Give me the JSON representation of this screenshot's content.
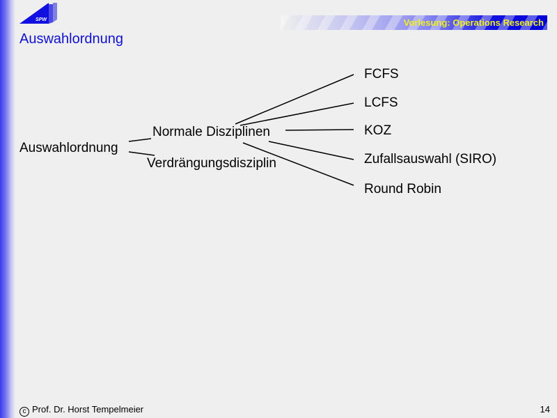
{
  "header": {
    "logo_text": "SPW",
    "banner": "Vorlesung: Operations Research",
    "title": "Auswahlordnung"
  },
  "tree": {
    "root": "Auswahlordnung",
    "branches": [
      "Normale Disziplinen",
      "Verdrängungsdisziplin"
    ],
    "leaves": [
      "FCFS",
      "LCFS",
      "KOZ",
      "Zufallsauswahl (SIRO)",
      "Round Robin"
    ]
  },
  "footer": {
    "copyright_symbol": "c",
    "author": "Prof. Dr. Horst Tempelmeier",
    "page": "14"
  },
  "colors": {
    "accent": "#1010d0",
    "banner_text": "#f0f020"
  }
}
